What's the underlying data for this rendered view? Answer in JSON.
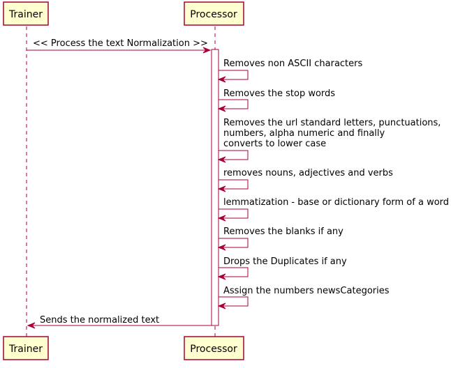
{
  "participants": {
    "trainer": "Trainer",
    "processor": "Processor"
  },
  "messages": {
    "m1": "<< Process the text Normalization >>",
    "m2": "Removes non ASCII characters",
    "m3": "Removes the stop words",
    "m4_line1": "Removes the url standard letters, punctuations,",
    "m4_line2": "numbers, alpha numeric and finally",
    "m4_line3": "converts to lower case",
    "m5": "removes nouns, adjectives and verbs",
    "m6": "lemmatization - base or dictionary form of a word",
    "m7": "Removes the blanks if any",
    "m8": "Drops the Duplicates if any",
    "m9": "Assign the numbers newsCategories",
    "m10": "Sends the normalized text"
  },
  "colors": {
    "participant_fill": "#FEFECE",
    "border": "#A80036",
    "activation_fill": "#FFFFFF"
  }
}
